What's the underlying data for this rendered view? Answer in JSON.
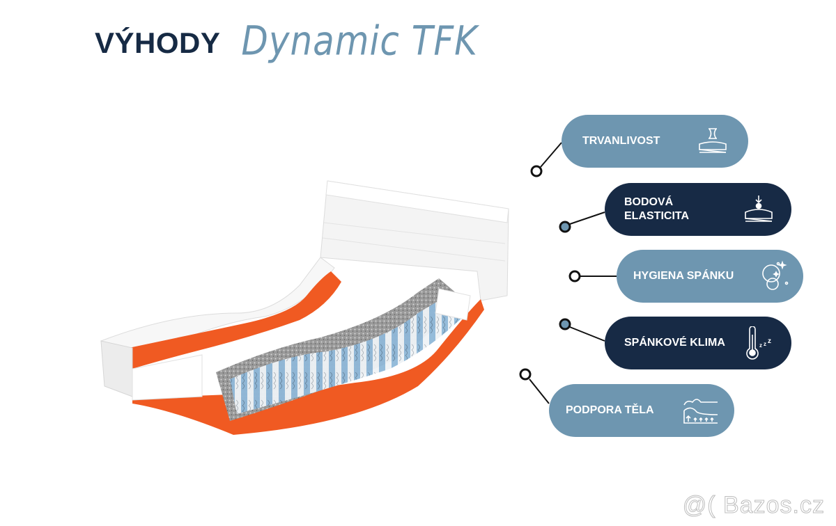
{
  "heading": {
    "bold": "VÝHODY",
    "script": "Dynamic TFK"
  },
  "product_image": {
    "description": "cutaway mattress showing white cover, orange foam layers, grey felt and blue/white pocket springs"
  },
  "features": [
    {
      "label": "TRVANLIVOST",
      "style": "light",
      "icon": "hourglass-mattress-icon",
      "dot_fill": "#ffffff"
    },
    {
      "label_lines": [
        "BODOVÁ",
        "ELASTICITA"
      ],
      "style": "dark",
      "icon": "point-pressure-mattress-icon",
      "dot_fill": "#6e96b0"
    },
    {
      "label": "HYGIENA SPÁNKU",
      "style": "light",
      "icon": "bubbles-sparkle-icon",
      "dot_fill": "#ffffff"
    },
    {
      "label": "SPÁNKOVÉ KLIMA",
      "style": "dark",
      "icon": "thermometer-zzz-icon",
      "dot_fill": "#6e96b0"
    },
    {
      "label": "PODPORA TĚLA",
      "style": "light",
      "icon": "body-support-icon",
      "dot_fill": "#ffffff"
    }
  ],
  "colors": {
    "navy": "#172a45",
    "steel_blue": "#6e96b0",
    "orange_foam": "#f05a22",
    "spring_blue": "#8fb8d8"
  },
  "watermark": "@( Bazos.cz"
}
